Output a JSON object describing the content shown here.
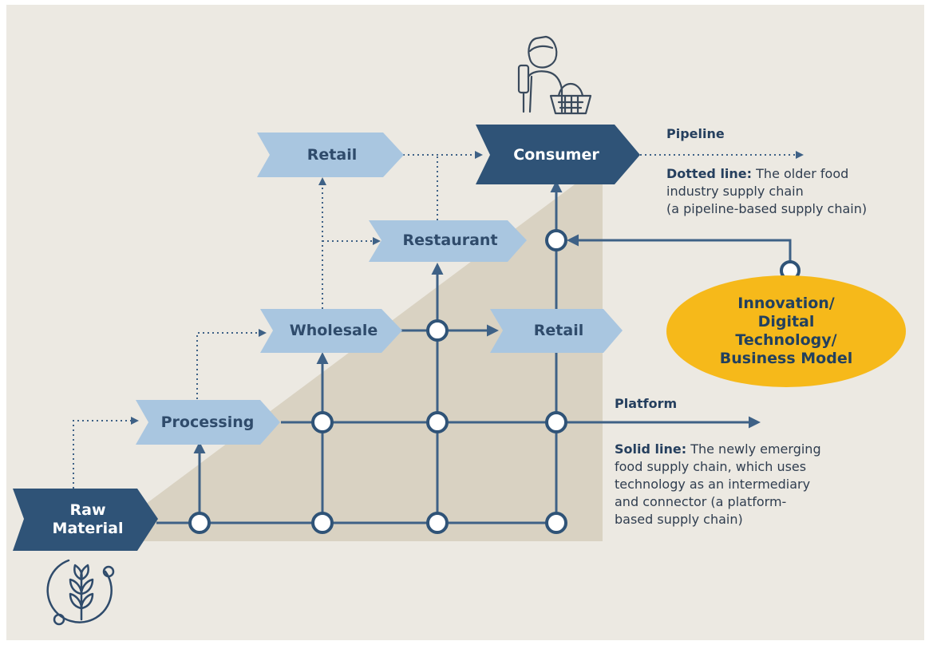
{
  "nodes": {
    "raw_material": "Raw\nMaterial",
    "processing": "Processing",
    "wholesale": "Wholesale",
    "restaurant": "Restaurant",
    "retail_top": "Retail",
    "retail_mid": "Retail",
    "consumer": "Consumer"
  },
  "innovation": "Innovation/\nDigital\nTechnology/\nBusiness Model",
  "pipeline": {
    "title": "Pipeline",
    "lead": "Dotted line:",
    "text": " The older food\nindustry supply chain\n(a pipeline-based supply chain)"
  },
  "platform": {
    "title": "Platform",
    "lead": "Solid line:",
    "text": " The newly emerging\nfood supply chain, which uses\ntechnology as an intermediary\nand connector (a platform-\nbased supply chain)"
  },
  "icons": {
    "consumer": "shopper-with-basket-icon",
    "raw_material": "wheat-icon"
  },
  "colors": {
    "background": "#ece9e2",
    "staircase": "#d9d2c2",
    "dark_blue": "#2f5377",
    "light_blue": "#a9c6e0",
    "line": "#3e6186",
    "yellow": "#f6b91a"
  }
}
